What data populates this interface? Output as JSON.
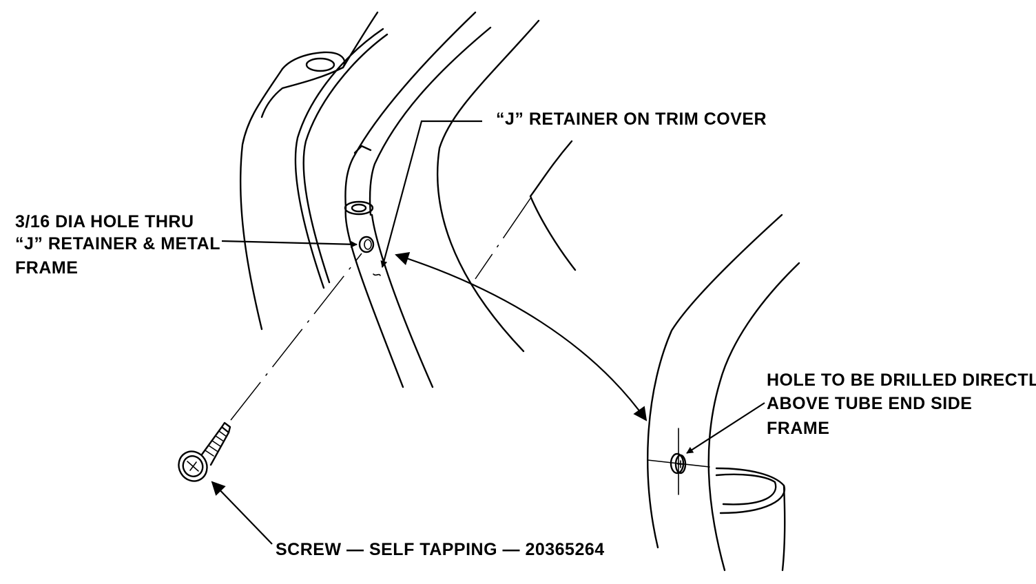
{
  "labels": {
    "j_retainer": "“J” RETAINER ON TRIM COVER",
    "hole_line1": "3/16 DIA HOLE THRU",
    "hole_line2": "“J” RETAINER & METAL",
    "hole_line3": "FRAME",
    "drill_line1": "HOLE TO BE DRILLED DIRECTLY",
    "drill_line2": "ABOVE TUBE END SIDE",
    "drill_line3": "FRAME",
    "screw": "SCREW — SELF TAPPING — 20365264"
  },
  "colors": {
    "ink": "#000000",
    "paper": "#ffffff"
  }
}
